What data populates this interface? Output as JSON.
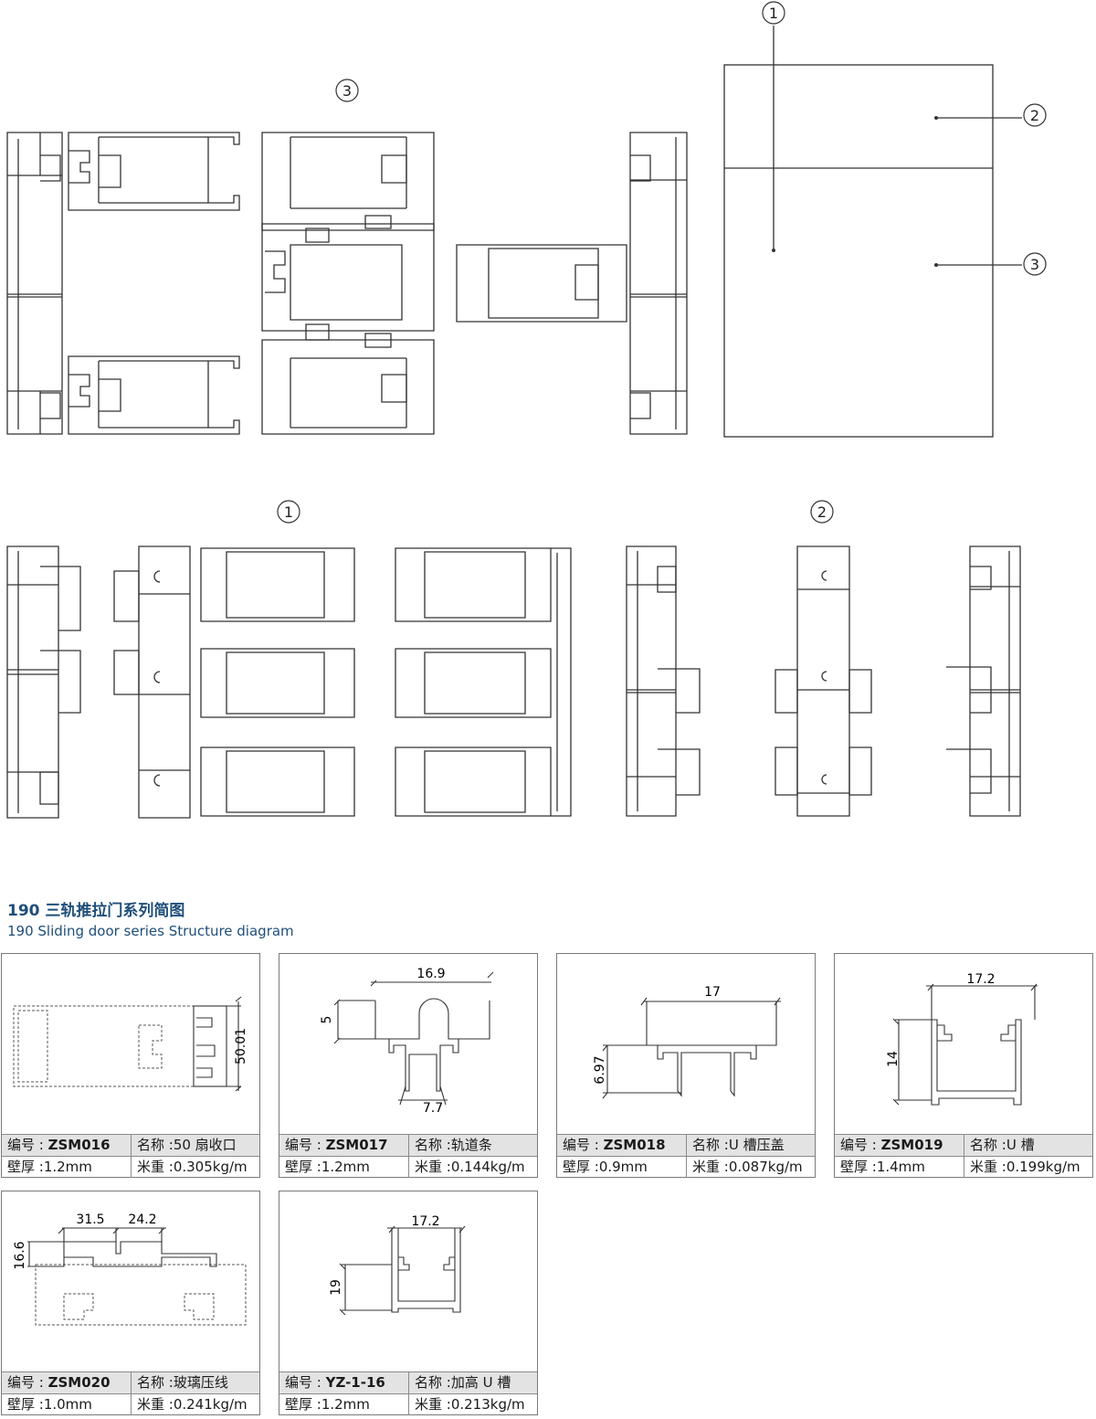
{
  "callouts": {
    "top_left": "3",
    "elevation_1": "1",
    "elevation_2": "2",
    "elevation_3": "3",
    "bottom_1": "1",
    "bottom_2": "2"
  },
  "heading": {
    "title_zh": "190 三轨推拉门系列简图",
    "title_en": "190 Sliding door series Structure diagram"
  },
  "labels": {
    "code": "编号 : ",
    "name": "名称 :",
    "wall": "壁厚 :",
    "weight": "米重 :"
  },
  "profiles": [
    {
      "code": "ZSM016",
      "name": "50 扇收口",
      "wall": "1.2mm",
      "weight": "0.305kg/m",
      "dims": [
        "50.01"
      ]
    },
    {
      "code": "ZSM017",
      "name": "轨道条",
      "wall": "1.2mm",
      "weight": "0.144kg/m",
      "dims": [
        "16.9",
        "5",
        "7.7"
      ]
    },
    {
      "code": "ZSM018",
      "name": "U 槽压盖",
      "wall": "0.9mm",
      "weight": "0.087kg/m",
      "dims": [
        "17",
        "6.97"
      ]
    },
    {
      "code": "ZSM019",
      "name": "U 槽",
      "wall": "1.4mm",
      "weight": "0.199kg/m",
      "dims": [
        "17.2",
        "14"
      ]
    },
    {
      "code": "ZSM020",
      "name": "玻璃压线",
      "wall": "1.0mm",
      "weight": "0.241kg/m",
      "dims": [
        "31.5",
        "24.2",
        "16.6"
      ]
    },
    {
      "code": "YZ-1-16",
      "name": "加高 U 槽",
      "wall": "1.2mm",
      "weight": "0.213kg/m",
      "dims": [
        "17.2",
        "19"
      ]
    }
  ],
  "colors": {
    "heading": "#1f4e79",
    "line": "#333333",
    "table_header": "#e3e3e3"
  }
}
